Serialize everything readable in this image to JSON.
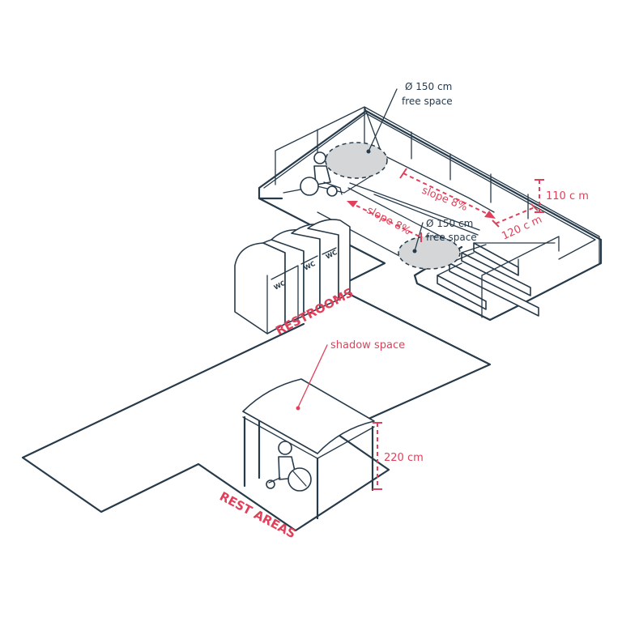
{
  "labels": {
    "free_space_upper_line1": "Ø 150 cm",
    "free_space_upper_line2": "free space",
    "free_space_lower_line1": "Ø 150 cm",
    "free_space_lower_line2": "free space",
    "slope_upper": "slope 8%",
    "slope_lower": "slope 8%",
    "height_railing": "110 c m",
    "ramp_width": "120 c m",
    "shadow_space": "shadow space",
    "canopy_height": "220 cm",
    "restrooms": "RESTROOMS",
    "rest_areas": "REST AREAS",
    "wc": "WC"
  },
  "colors": {
    "line": "#263a4a",
    "accent": "#e0405a",
    "free_space_fill": "#d4d6d8"
  }
}
